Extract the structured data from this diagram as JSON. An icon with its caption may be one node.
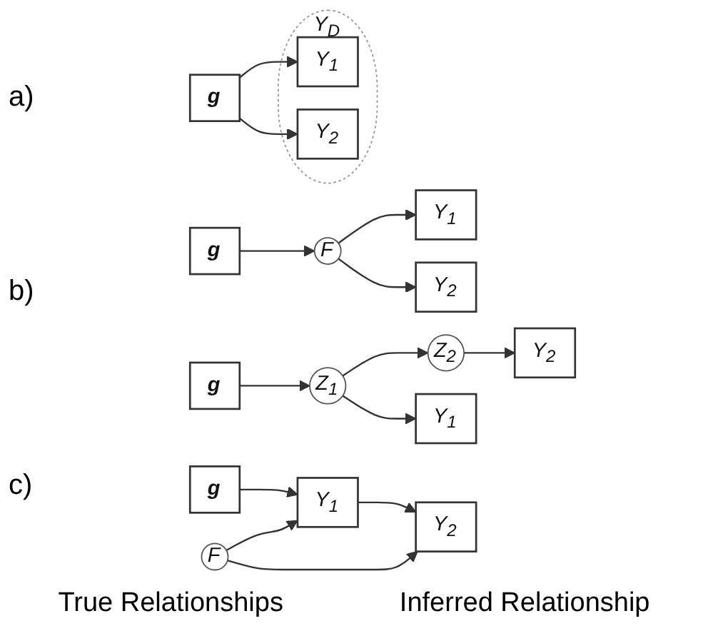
{
  "diagram": {
    "nodes": [
      {
        "text": [
          "g"
        ]
      },
      {
        "text": [
          "F"
        ]
      },
      {
        "text": [
          "Y$_{1}$"
        ]
      },
      {
        "text": [
          "Y$_{2}$"
        ]
      },
      {
        "text": [
          "g"
        ]
      },
      {
        "text": [
          "Z$_{1}$"
        ]
      },
      {
        "text": [
          "Z$_{2}$"
        ]
      },
      {
        "text": [
          "Y$_{1}$"
        ]
      },
      {
        "text": [
          "Y$_{2}$"
        ]
      },
      {
        "text": [
          "g"
        ]
      },
      {
        "text": [
          "Y$_{1}$"
        ]
      },
      {
        "text": [
          "Y$_{2}$"
        ]
      },
      {
        "text": [
          "F"
        ]
      },
      {
        "text": [
          "g"
        ]
      },
      {
        "text": [
          "Y$_{D}$"
        ]
      },
      {
        "text": [
          "Y$_{1}$"
        ],
        "in": 14
      },
      {
        "text": [
          "Y$_{2}$"
        ],
        "in": 14
      }
    ],
    "edges": [
      {
        "from": 0,
        "to": 1,
        "arrow": "to"
      },
      {
        "from": 1,
        "to": 2,
        "arrow": "to"
      },
      {
        "from": 1,
        "to": 3,
        "arrow": "to"
      },
      {
        "from": 4,
        "to": 5,
        "arrow": "to"
      },
      {
        "from": 5,
        "to": 6,
        "arrow": "to"
      },
      {
        "from": 5,
        "to": 7,
        "arrow": "to"
      },
      {
        "from": 6,
        "to": 8,
        "arrow": "to"
      },
      {
        "from": 9,
        "to": 10,
        "arrow": "to"
      },
      {
        "from": 10,
        "to": 11,
        "arrow": "to"
      },
      {
        "from": 12,
        "to": 10,
        "arrow": "to"
      },
      {
        "from": 12,
        "to": 11,
        "arrow": "to"
      },
      {
        "from": 13,
        "to": 15,
        "arrow": "to"
      },
      {
        "from": 13,
        "to": 16,
        "arrow": "to"
      }
    ],
    "labels": [
      "a)",
      "b)",
      "c)",
      "True Relationships",
      "Inferred Relationship"
    ]
  }
}
